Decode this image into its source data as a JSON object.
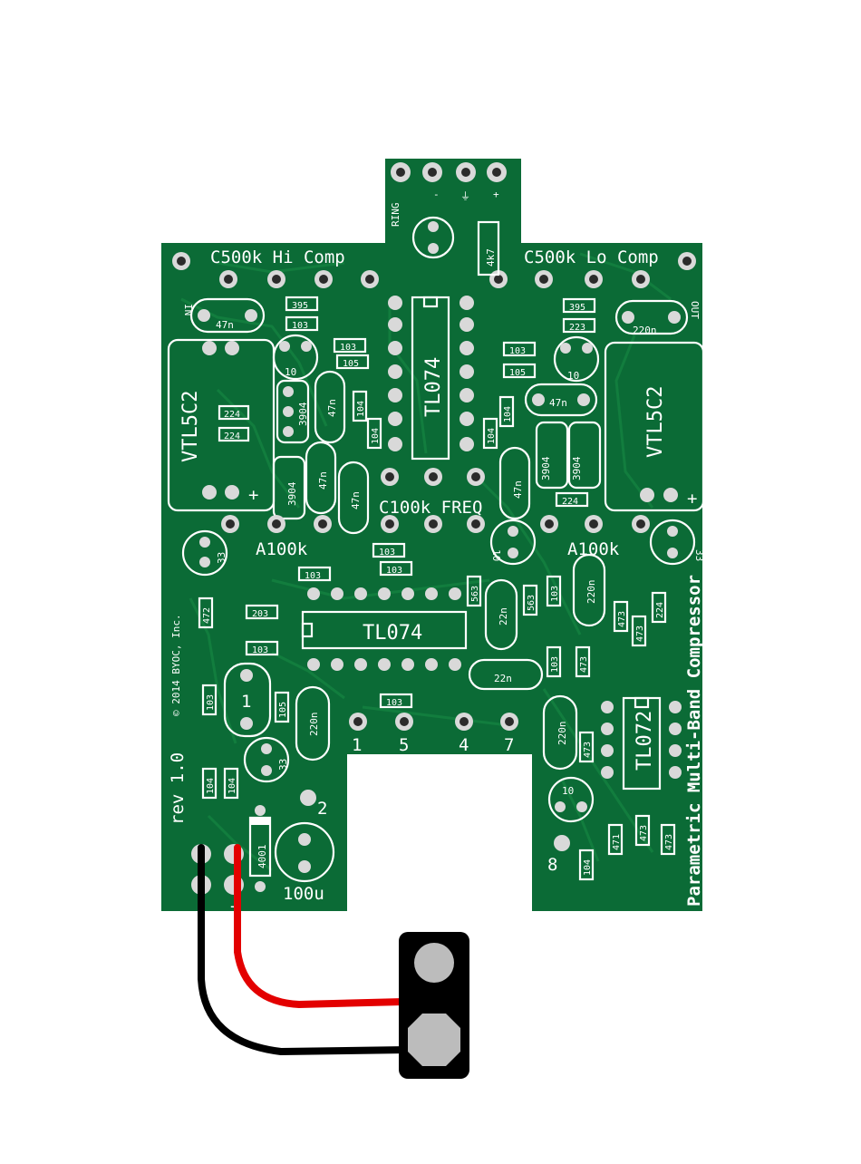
{
  "board": {
    "name": "Parametric Multi-Band Compressor",
    "copyright": "© 2014 BYOC, Inc.",
    "revision": "rev 1.0",
    "colors": {
      "board": "#0b6b36",
      "trace": "#13803f",
      "silk": "#ffffff",
      "pad": "#d9d9d9",
      "wire_red": "#e30000",
      "wire_black": "#000000",
      "battery_clip": "#000000"
    }
  },
  "labels": {
    "input": "IN",
    "output": "OUT",
    "ring": "RING",
    "hi_pot": "C500k Hi Comp",
    "lo_pot": "C500k Lo Comp",
    "freq_pot": "C100k FREQ",
    "a100k_left": "A100k",
    "a100k_right": "A100k",
    "terminal_minus": "-",
    "terminal_gnd": "⏚",
    "terminal_plus": "+",
    "battery_minus": "-",
    "battery_plus": "+",
    "cap_100u": "100u",
    "pin_1": "1",
    "pin_5": "5",
    "pin_4": "4",
    "pin_7": "7",
    "pin_2": "2",
    "pin_8": "8"
  },
  "ics": {
    "top_tl074": "TL074",
    "mid_tl074": "TL074",
    "tl072": "TL072"
  },
  "vactrols": {
    "left": "VTL5C2",
    "right": "VTL5C2"
  },
  "diode": "4001",
  "resistors": {
    "r1": "395",
    "r2": "103",
    "r3": "103",
    "r4": "105",
    "r5": "224",
    "r6": "224",
    "r7": "104",
    "r8": "104",
    "r9": "103",
    "r10": "103",
    "r11": "103",
    "r12": "472",
    "r13": "203",
    "r14": "103",
    "r15": "103",
    "r16": "104",
    "r17": "104",
    "r18": "103",
    "r19": "395",
    "r20": "223",
    "r21": "103",
    "r22": "105",
    "r23": "104",
    "r24": "104",
    "r25": "224",
    "r26": "563",
    "r27": "563",
    "r28": "103",
    "r29": "224",
    "r30": "473",
    "r31": "473",
    "r32": "103",
    "r33": "473",
    "r34": "473",
    "r35": "471",
    "r36": "473",
    "r37": "473",
    "r38": "104",
    "r39": "4k7",
    "r40": "105"
  },
  "capacitors": {
    "c1": "47n",
    "c2": "47n",
    "c3": "47n",
    "c4": "47n",
    "c5": "220n",
    "c6": "47n",
    "c7": "47n",
    "c8": "220n",
    "c9": "22n",
    "c10": "22n",
    "c11": "220n",
    "c12": "220n"
  },
  "electrolytics": {
    "e1": "10",
    "e2": "33",
    "e3": "10",
    "e4": "33",
    "e5": "10",
    "e6": "33",
    "e7": "10",
    "e8": "1"
  },
  "transistors": {
    "q1": "3904",
    "q2": "3904",
    "q3": "3904",
    "q4": "3904"
  }
}
